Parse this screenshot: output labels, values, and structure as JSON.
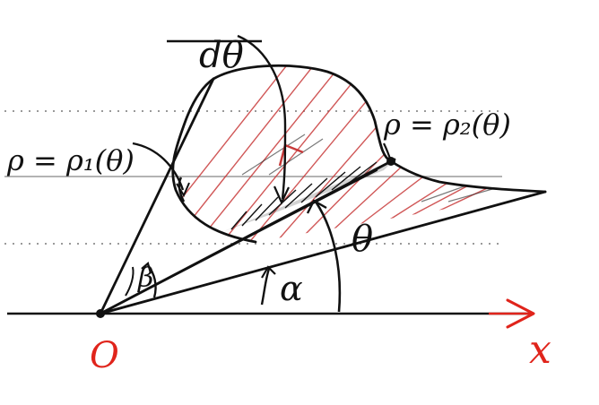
{
  "labels": {
    "d_theta": "dθ",
    "rho1": "ρ = ρ₁(θ)",
    "rho2": "ρ = ρ₂(θ)",
    "theta": "θ",
    "alpha": "α",
    "beta": "β",
    "origin": "O",
    "x_axis": "x"
  },
  "colors": {
    "ink": "#111111",
    "axis_red": "#e0241b",
    "hatch_red": "#c83a3a",
    "hatch_dark": "#222222",
    "guide_gray": "#9a9a9a"
  }
}
